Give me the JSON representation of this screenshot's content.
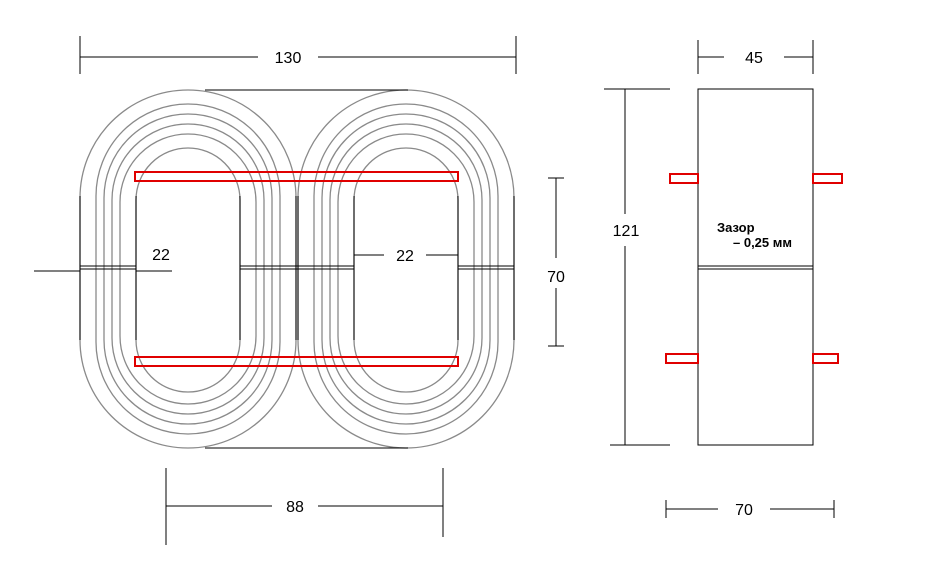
{
  "front_view": {
    "overall_width_label": "130",
    "window_height_label": "70",
    "left_leg_width_label": "22",
    "center_gap_label": "22",
    "window_span_label": "88"
  },
  "side_view": {
    "width_label": "45",
    "height_label": "121",
    "depth_label": "70",
    "gap_note_line1": "Зазор",
    "gap_note_line2": "– 0,25 мм"
  },
  "colors": {
    "outline": "#000000",
    "tape_layers": "#8a8a8a",
    "winding_marks": "#e00000"
  }
}
